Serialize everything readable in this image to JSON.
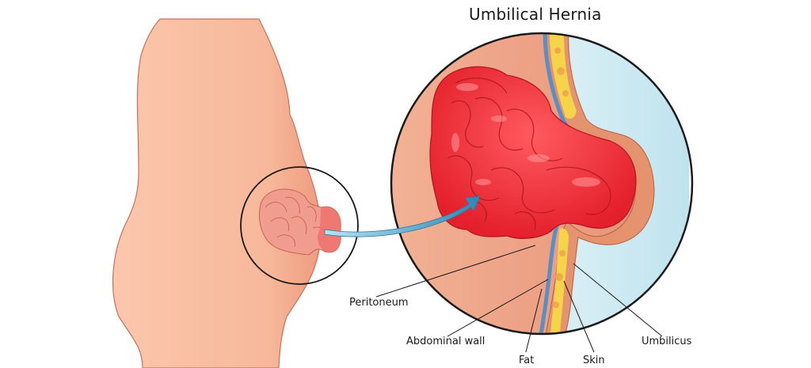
{
  "diagram": {
    "title": "Umbilical Hernia",
    "labels": {
      "peritoneum": "Peritoneum",
      "abdominal_wall": "Abdominal wall",
      "fat": "Fat",
      "skin": "Skin",
      "umbilicus": "Umbilicus"
    },
    "colors": {
      "skin": "#f6b89a",
      "skin_dark": "#ee9c80",
      "intestine": "#ee2a36",
      "intestine_highlight": "#ff8a8a",
      "fat": "#f6d44a",
      "peritoneum": "#5b8fc4",
      "arrow": "#3a9bc0",
      "outside": "#d8eef4"
    }
  }
}
